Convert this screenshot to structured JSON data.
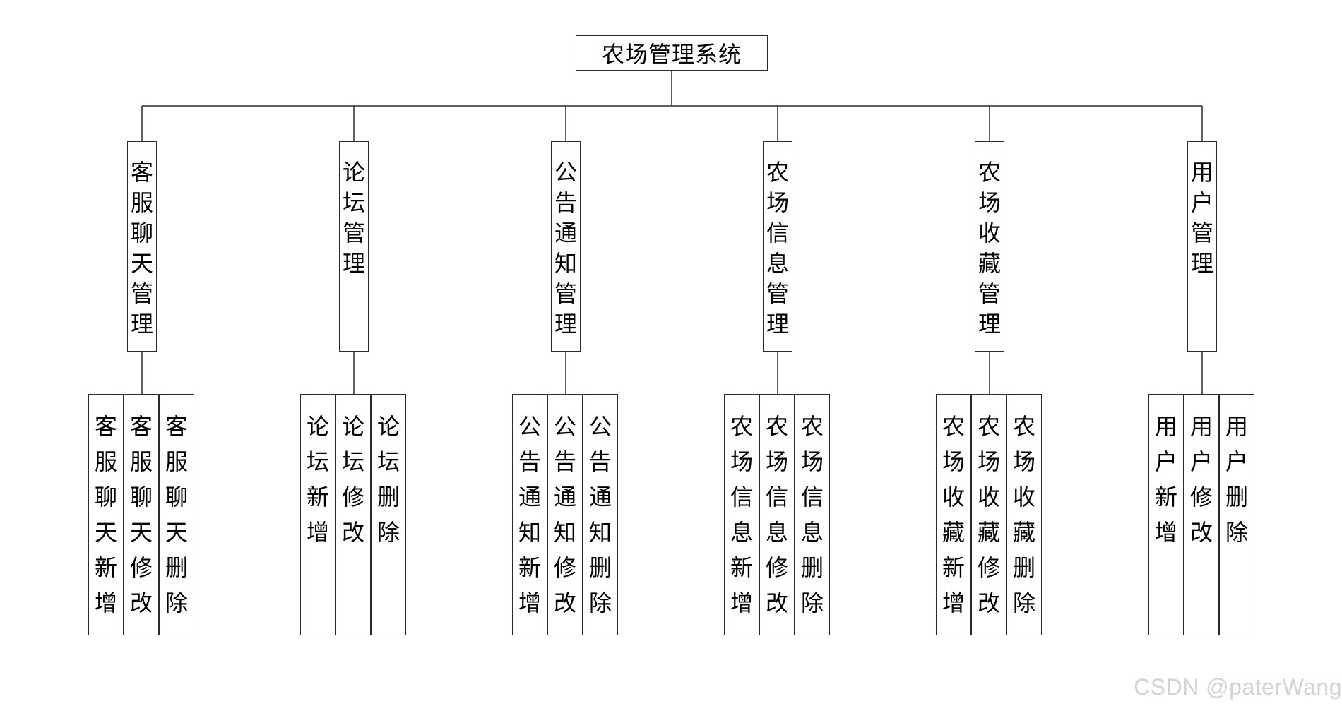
{
  "root": {
    "label": "农场管理系统"
  },
  "modules": [
    {
      "label": "客服聊天管理",
      "children": [
        "客服聊天新增",
        "客服聊天修改",
        "客服聊天删除"
      ]
    },
    {
      "label": "论坛管理",
      "children": [
        "论坛新增",
        "论坛修改",
        "论坛删除"
      ]
    },
    {
      "label": "公告通知管理",
      "children": [
        "公告通知新增",
        "公告通知修改",
        "公告通知删除"
      ]
    },
    {
      "label": "农场信息管理",
      "children": [
        "农场信息新增",
        "农场信息修改",
        "农场信息删除"
      ]
    },
    {
      "label": "农场收藏管理",
      "children": [
        "农场收藏新增",
        "农场收藏修改",
        "农场收藏删除"
      ]
    },
    {
      "label": "用户管理",
      "children": [
        "用户新增",
        "用户修改",
        "用户删除"
      ]
    }
  ],
  "watermark": "CSDN @paterWang"
}
